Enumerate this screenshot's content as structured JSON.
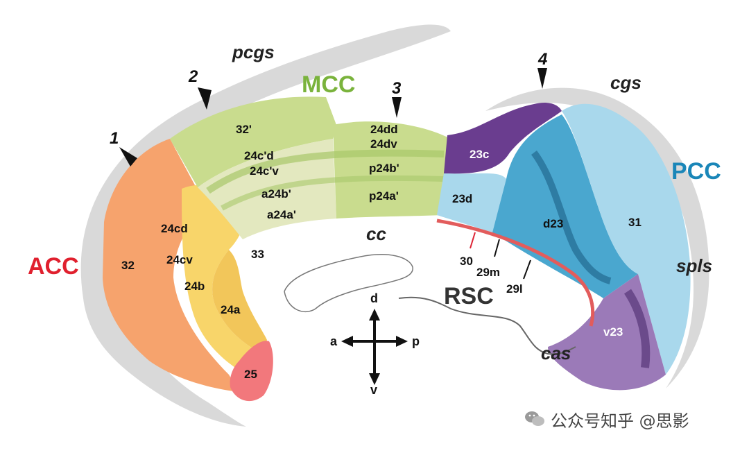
{
  "regions": {
    "acc": "ACC",
    "mcc": "MCC",
    "pcc": "PCC",
    "rsc": "RSC"
  },
  "sulci": {
    "pcgs": "pcgs",
    "cgs": "cgs",
    "cc": "cc",
    "spls": "spls",
    "cas": "cas"
  },
  "markers": [
    "1",
    "2",
    "3",
    "4"
  ],
  "areas": {
    "a32": "32",
    "a32p": "32'",
    "a24cd": "24cd",
    "a24cv": "24cv",
    "a24b": "24b",
    "a24a": "24a",
    "a25": "25",
    "a33": "33",
    "a24cpd": "24c'd",
    "a24cpv": "24c'v",
    "a24bp": "a24b'",
    "a24ap": "a24a'",
    "a24dd": "24dd",
    "a24dv": "24dv",
    "p24bp": "p24b'",
    "p24ap": "p24a'",
    "a23c": "23c",
    "a23d": "23d",
    "d23": "d23",
    "a31": "31",
    "v23": "v23",
    "a30": "30",
    "a29m": "29m",
    "a29l": "29l"
  },
  "directions": {
    "d": "d",
    "v": "v",
    "a": "a",
    "p": "p"
  },
  "watermark": "公众号知乎 @思影",
  "colors": {
    "acc_orange": "#f6a36d",
    "acc_yellow": "#f8d56a",
    "area25": "#f2787c",
    "mcc_green": "#c9dc8e",
    "mcc_light": "#e3e8bf",
    "pcc_blue": "#4aa7cf",
    "pcc_light": "#a9d8ec",
    "pcc_purple": "#6a3d8f",
    "v23_purple": "#9b7ab8"
  }
}
